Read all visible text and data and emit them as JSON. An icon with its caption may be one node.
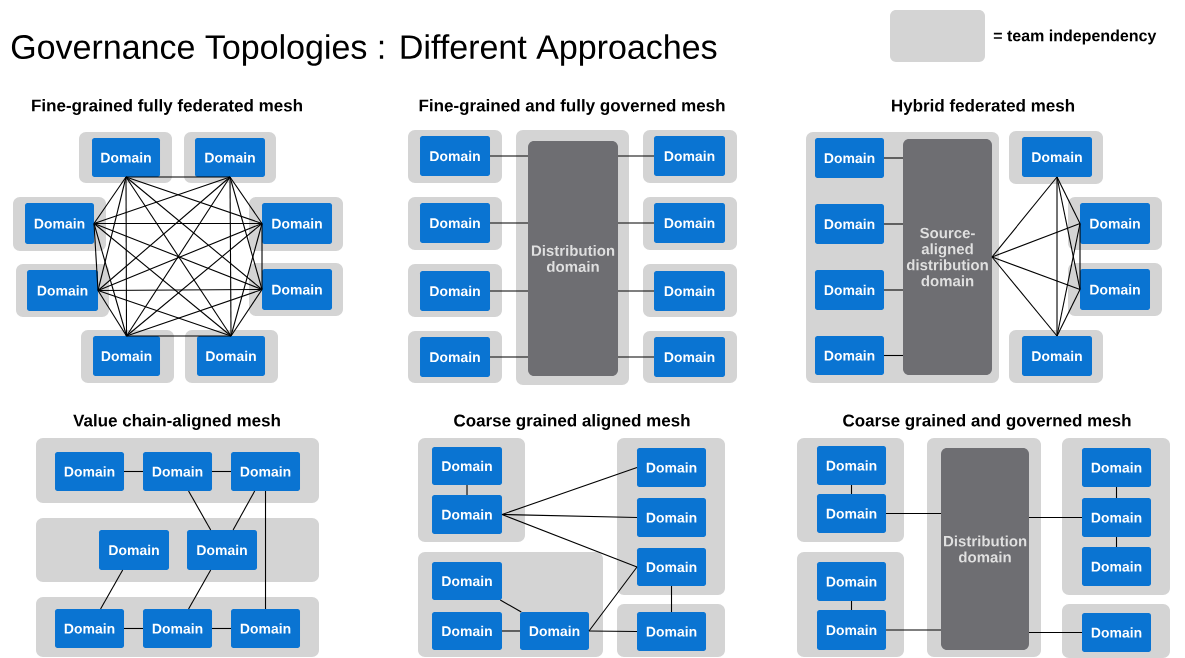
{
  "diagram": {
    "title": "Governance Topologies : Different Approaches",
    "nodes": [
      {
        "text": [],
        "shape": "box"
      },
      {
        "text": [
          "Domain"
        ],
        "in": 0
      },
      {
        "text": [],
        "shape": "box"
      },
      {
        "text": [
          "Domain"
        ],
        "in": 2
      },
      {
        "text": [],
        "shape": "box"
      },
      {
        "text": [
          "Domain"
        ],
        "in": 4
      },
      {
        "text": [],
        "shape": "box"
      },
      {
        "text": [
          "Domain"
        ],
        "in": 6
      },
      {
        "text": [],
        "shape": "box"
      },
      {
        "text": [
          "Domain"
        ],
        "in": 8
      },
      {
        "text": [],
        "shape": "box"
      },
      {
        "text": [
          "Domain"
        ],
        "in": 10
      },
      {
        "text": [],
        "shape": "box"
      },
      {
        "text": [
          "Domain"
        ],
        "in": 12
      },
      {
        "text": [],
        "shape": "box"
      },
      {
        "text": [
          "Domain"
        ],
        "in": 14
      },
      {
        "text": [],
        "shape": "box"
      },
      {
        "text": [
          "Domain"
        ],
        "in": 16
      },
      {
        "text": [],
        "shape": "box"
      },
      {
        "text": [
          "Distribution domain"
        ],
        "in": 18
      },
      {
        "text": [],
        "shape": "box"
      },
      {
        "text": [
          "Domain"
        ],
        "in": 20
      },
      {
        "text": [],
        "shape": "box"
      },
      {
        "text": [
          "Domain"
        ],
        "in": 22
      },
      {
        "text": [],
        "shape": "box"
      },
      {
        "text": [
          "Domain"
        ],
        "in": 24
      },
      {
        "text": [],
        "shape": "box"
      },
      {
        "text": [
          "Domain"
        ],
        "in": 26
      },
      {
        "text": [],
        "shape": "box"
      },
      {
        "text": [
          "Domain"
        ],
        "in": 28
      },
      {
        "text": [],
        "shape": "box"
      },
      {
        "text": [
          "Domain"
        ],
        "in": 30
      },
      {
        "text": [],
        "shape": "box"
      },
      {
        "text": [
          "Domain"
        ],
        "in": 32
      },
      {
        "text": [],
        "shape": "box"
      },
      {
        "text": [
          "Domain"
        ],
        "in": 34
      },
      {
        "text": [
          "Domain"
        ],
        "in": 34
      },
      {
        "text": [
          "Domain"
        ],
        "in": 34
      },
      {
        "text": [
          "Domain"
        ],
        "in": 34
      },
      {
        "text": [
          "Source-aligned distribution domain"
        ],
        "in": 34
      },
      {
        "text": [],
        "shape": "box"
      },
      {
        "text": [
          "Domain"
        ],
        "in": 40
      },
      {
        "text": [],
        "shape": "box"
      },
      {
        "text": [
          "Domain"
        ],
        "in": 42
      },
      {
        "text": [],
        "shape": "box"
      },
      {
        "text": [
          "Domain"
        ],
        "in": 44
      },
      {
        "text": [],
        "shape": "box"
      },
      {
        "text": [
          "Domain"
        ],
        "in": 46
      },
      {
        "text": [],
        "shape": "box"
      },
      {
        "text": [
          "Domain"
        ],
        "in": 48
      },
      {
        "text": [
          "Domain"
        ],
        "in": 48
      },
      {
        "text": [
          "Domain"
        ],
        "in": 48
      },
      {
        "text": [],
        "shape": "box"
      },
      {
        "text": [
          "Domain"
        ],
        "in": 52
      },
      {
        "text": [
          "Domain"
        ],
        "in": 52
      },
      {
        "text": [],
        "shape": "box"
      },
      {
        "text": [
          "Domain"
        ],
        "in": 55
      },
      {
        "text": [
          "Domain"
        ],
        "in": 55
      },
      {
        "text": [
          "Domain"
        ],
        "in": 55
      },
      {
        "text": [],
        "shape": "box"
      },
      {
        "text": [
          "Domain"
        ],
        "in": 59
      },
      {
        "text": [
          "Domain"
        ],
        "in": 59
      },
      {
        "text": [],
        "shape": "box"
      },
      {
        "text": [
          "Domain"
        ],
        "in": 62
      },
      {
        "text": [
          "Domain"
        ],
        "in": 62
      },
      {
        "text": [
          "Domain"
        ],
        "in": 62
      },
      {
        "text": [],
        "shape": "box"
      },
      {
        "text": [
          "Domain"
        ],
        "in": 66
      },
      {
        "text": [
          "Domain"
        ],
        "in": 66
      },
      {
        "text": [
          "Domain"
        ],
        "in": 66
      },
      {
        "text": [],
        "shape": "box"
      },
      {
        "text": [
          "Domain"
        ],
        "in": 70
      },
      {
        "text": [],
        "shape": "box"
      },
      {
        "text": [
          "Domain"
        ],
        "in": 72
      },
      {
        "text": [
          "Domain"
        ],
        "in": 72
      },
      {
        "text": [],
        "shape": "box"
      },
      {
        "text": [
          "Distribution domain"
        ],
        "in": 75
      },
      {
        "text": [],
        "shape": "box"
      },
      {
        "text": [
          "Domain"
        ],
        "in": 77
      },
      {
        "text": [
          "Domain"
        ],
        "in": 77
      },
      {
        "text": [
          "Domain"
        ],
        "in": 77
      },
      {
        "text": [],
        "shape": "box"
      },
      {
        "text": [
          "Domain"
        ],
        "in": 81
      },
      {
        "text": [
          "Domain"
        ],
        "in": 81
      },
      {
        "text": [],
        "shape": "box"
      },
      {
        "text": [
          "Domain"
        ],
        "in": 84
      }
    ],
    "edges": [
      {
        "from": 1,
        "to": 3,
        "arrow": "none"
      },
      {
        "from": 1,
        "to": 5,
        "arrow": "none"
      },
      {
        "from": 1,
        "to": 7,
        "arrow": "none"
      },
      {
        "from": 1,
        "to": 9,
        "arrow": "none"
      },
      {
        "from": 1,
        "to": 11,
        "arrow": "none"
      },
      {
        "from": 1,
        "to": 13,
        "arrow": "none"
      },
      {
        "from": 1,
        "to": 15,
        "arrow": "none"
      },
      {
        "from": 3,
        "to": 5,
        "arrow": "none"
      },
      {
        "from": 3,
        "to": 7,
        "arrow": "none"
      },
      {
        "from": 3,
        "to": 9,
        "arrow": "none"
      },
      {
        "from": 3,
        "to": 11,
        "arrow": "none"
      },
      {
        "from": 3,
        "to": 13,
        "arrow": "none"
      },
      {
        "from": 3,
        "to": 15,
        "arrow": "none"
      },
      {
        "from": 5,
        "to": 7,
        "arrow": "none"
      },
      {
        "from": 5,
        "to": 9,
        "arrow": "none"
      },
      {
        "from": 5,
        "to": 11,
        "arrow": "none"
      },
      {
        "from": 5,
        "to": 13,
        "arrow": "none"
      },
      {
        "from": 5,
        "to": 15,
        "arrow": "none"
      },
      {
        "from": 7,
        "to": 9,
        "arrow": "none"
      },
      {
        "from": 7,
        "to": 11,
        "arrow": "none"
      },
      {
        "from": 7,
        "to": 13,
        "arrow": "none"
      },
      {
        "from": 7,
        "to": 15,
        "arrow": "none"
      },
      {
        "from": 9,
        "to": 11,
        "arrow": "none"
      },
      {
        "from": 9,
        "to": 13,
        "arrow": "none"
      },
      {
        "from": 9,
        "to": 15,
        "arrow": "none"
      },
      {
        "from": 11,
        "to": 13,
        "arrow": "none"
      },
      {
        "from": 11,
        "to": 15,
        "arrow": "none"
      },
      {
        "from": 13,
        "to": 15,
        "arrow": "none"
      },
      {
        "from": 17,
        "to": 19,
        "arrow": "none"
      },
      {
        "from": 21,
        "to": 19,
        "arrow": "none"
      },
      {
        "from": 23,
        "to": 19,
        "arrow": "none"
      },
      {
        "from": 25,
        "to": 19,
        "arrow": "none"
      },
      {
        "from": 27,
        "to": 19,
        "arrow": "none"
      },
      {
        "from": 29,
        "to": 19,
        "arrow": "none"
      },
      {
        "from": 31,
        "to": 19,
        "arrow": "none"
      },
      {
        "from": 33,
        "to": 19,
        "arrow": "none"
      },
      {
        "from": 35,
        "to": 39,
        "arrow": "none"
      },
      {
        "from": 36,
        "to": 39,
        "arrow": "none"
      },
      {
        "from": 37,
        "to": 39,
        "arrow": "none"
      },
      {
        "from": 38,
        "to": 39,
        "arrow": "none"
      },
      {
        "from": 39,
        "to": 41,
        "arrow": "none"
      },
      {
        "from": 39,
        "to": 43,
        "arrow": "none"
      },
      {
        "from": 39,
        "to": 45,
        "arrow": "none"
      },
      {
        "from": 39,
        "to": 47,
        "arrow": "none"
      },
      {
        "from": 41,
        "to": 43,
        "arrow": "none"
      },
      {
        "from": 41,
        "to": 45,
        "arrow": "none"
      },
      {
        "from": 41,
        "to": 47,
        "arrow": "none"
      },
      {
        "from": 43,
        "to": 45,
        "arrow": "none"
      },
      {
        "from": 43,
        "to": 47,
        "arrow": "none"
      },
      {
        "from": 45,
        "to": 47,
        "arrow": "none"
      },
      {
        "from": 49,
        "to": 50,
        "arrow": "none"
      },
      {
        "from": 50,
        "to": 51,
        "arrow": "none"
      },
      {
        "from": 50,
        "to": 54,
        "arrow": "none"
      },
      {
        "from": 51,
        "to": 54,
        "arrow": "none"
      },
      {
        "from": 51,
        "to": 58,
        "arrow": "none"
      },
      {
        "from": 53,
        "to": 56,
        "arrow": "none"
      },
      {
        "from": 54,
        "to": 57,
        "arrow": "none"
      },
      {
        "from": 56,
        "to": 57,
        "arrow": "none"
      },
      {
        "from": 57,
        "to": 58,
        "arrow": "none"
      },
      {
        "from": 60,
        "to": 61,
        "arrow": "none"
      },
      {
        "from": 61,
        "to": 63,
        "arrow": "none"
      },
      {
        "from": 61,
        "to": 64,
        "arrow": "none"
      },
      {
        "from": 61,
        "to": 65,
        "arrow": "none"
      },
      {
        "from": 67,
        "to": 69,
        "arrow": "none"
      },
      {
        "from": 68,
        "to": 69,
        "arrow": "none"
      },
      {
        "from": 69,
        "to": 65,
        "arrow": "none"
      },
      {
        "from": 69,
        "to": 71,
        "arrow": "none"
      },
      {
        "from": 65,
        "to": 71,
        "arrow": "none"
      },
      {
        "from": 73,
        "to": 74,
        "arrow": "none"
      },
      {
        "from": 74,
        "to": 76,
        "arrow": "none"
      },
      {
        "from": 78,
        "to": 79,
        "arrow": "none"
      },
      {
        "from": 79,
        "to": 80,
        "arrow": "none"
      },
      {
        "from": 79,
        "to": 76,
        "arrow": "none"
      },
      {
        "from": 82,
        "to": 83,
        "arrow": "none"
      },
      {
        "from": 83,
        "to": 76,
        "arrow": "none"
      },
      {
        "from": 85,
        "to": 76,
        "arrow": "none"
      }
    ],
    "labels": [
      "Fine-grained fully federated mesh",
      "Fine-grained and fully governed mesh",
      "Hybrid federated mesh",
      "Value chain-aligned mesh",
      "Coarse grained aligned mesh",
      "Coarse grained and governed mesh"
    ],
    "legend": [
      {
        "text": "= team independency",
        "color": "#d4d4d4"
      }
    ]
  }
}
